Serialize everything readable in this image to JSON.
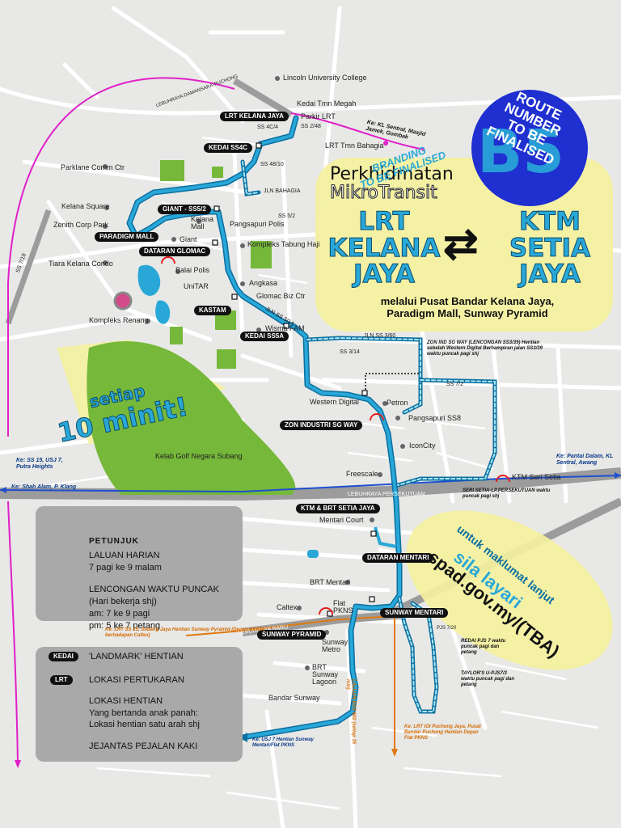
{
  "header": {
    "title_line1": "Perkhidmatan",
    "title_line2": "MikroTransit",
    "stamp": [
      "BRANDING",
      "TO BE FINALISED"
    ],
    "origin": [
      "LRT",
      "KELANA",
      "JAYA"
    ],
    "destination": [
      "KTM",
      "SETIA",
      "JAYA"
    ],
    "arrows": "⇄",
    "via_line1": "melalui Pusat Bandar Kelana Jaya,",
    "via_line2": "Paradigm Mall, Sunway Pyramid"
  },
  "route_badge": {
    "code": "B5",
    "text": [
      "ROUTE",
      "NUMBER",
      "TO BE",
      "FINALISED"
    ]
  },
  "frequency": {
    "line1": "setiap",
    "line2": "10 minit!"
  },
  "info": {
    "line1": "untuk maklumat lanjut",
    "line2": "sila layari",
    "line3": "spad.gov.my/(TBA)"
  },
  "places": {
    "lincoln": "Lincoln University College",
    "kedai_tmn_megah": "Kedai Tmn Megah",
    "parkir_lrt": "Parkir LRT",
    "lrt_tmn_bahagia": "LRT Tmn Bahagia",
    "parklane": "Parklane Comm Ctr",
    "kelana_square": "Kelana Square",
    "zenith": "Zenith Corp Park",
    "kelana_mall": "Kelana Mall",
    "giant": "Giant",
    "pangsapuri_polis": "Pangsapuri Polis",
    "tiara": "Tiara Kelana Condo",
    "balai_polis": "Balai Polis",
    "kompleks_tabung": "Kompleks Tabung Haji",
    "unitar": "UniTAR",
    "angkasa": "Angkasa",
    "glomac_biz": "Glomac Biz Ctr",
    "kompleks_renang": "Kompleks Renang",
    "wisma_fam": "Wisma FAM",
    "western_digital": "Western Digital",
    "petron": "Petron",
    "pangsapuri_ss8": "Pangsapuri SS8",
    "iconcity": "IconCity",
    "kelab_golf": "Kelab Golf Negara Subang",
    "freescale": "Freescale",
    "ktm_seri_setia": "KTM Seri Setia",
    "mentari_court": "Mentari Court",
    "brt_mentari": "BRT Mentari",
    "caltex": "Caltex",
    "flat_pkns": "Flat PKNS",
    "sunway_metro": "Sunway Metro",
    "brt_sunway_lagoon": "BRT Sunway Lagoon",
    "bandar_sunway": "Bandar Sunway"
  },
  "roads": {
    "ss4c4": "SS 4C/4",
    "ss2_48": "SS 2/48",
    "ss48_10": "SS 48/10",
    "jln_bahagia": "JLN BAHAGIA",
    "ss5_2": "SS 5/2",
    "ss7_19": "SS 7/19",
    "jln_ss5_14": "JLN SS 5/14",
    "jln_ss3_60": "JLN SS 3/60",
    "ss3_14": "SS 3/14",
    "ss7_2": "SS 7/2",
    "lebuhraya_persekutuan": "LEBUHRAYA PERSEKUTUAN",
    "lebuhraya_baru": "LEBUHRAYA BARU",
    "pjs7_20": "PJS 7/20",
    "lebuhraya_damansara": "LEBUHRAYA DAMANSARA-PUCHONG"
  },
  "stops": {
    "lrt_kelana_jaya": "LRT KELANA JAYA",
    "kedai_ss4c": "KEDAI SS4C",
    "giant_ss52": "GIANT - SS5/2",
    "paradigm_mall": "PARADIGM MALL",
    "dataran_glomac": "DATARAN GLOMAC",
    "kastam": "KASTAM",
    "kedai_ss5a": "KEDAI SS5A",
    "zon_industri": "ZON INDUSTRI SG WAY",
    "ktm_brt_setia": "KTM & BRT SETIA JAYA",
    "dataran_mentari": "DATARAN MENTARI",
    "sunway_mentari": "SUNWAY MENTARI",
    "sunway_pyramid": "SUNWAY PYRAMID"
  },
  "notes": {
    "kl_sentral": "Ke: KL Sentral, Masjid Jamek, Gombak",
    "ss15": "Ke: SS 15, USJ 7, Putra Heights",
    "shah_alam": "Ke: Shah Alam, P. Klang",
    "pantai_dalam": "Ke: Pantai Dalam, KL Sentral, Awang",
    "zon_ind": "ZON IND SG WAY (LENCONGAN SS3/39) Hentian sebelah Western Digital Berhampiran jalan SS3/39 waktu puncak pagi shj",
    "seri_setia": "SERI SETIA-LP.PERSEKUTUAN waktu puncak pagi shj",
    "lrt_ss15": "Ke: LRT SS 15, Subang Jaya Hentian Sunway Pyramid (Depan KKKM, berhadapan Caltex)",
    "usj7": "Ke: USJ 7 Hentian Sunway Mentari/Flat PKNS",
    "redai": "REDAI PJS 7 waktu puncak pagi dan petang",
    "taylor": "TAYLOR'S U-PJS7/3 waktu puncak pagi dan petang",
    "puchong": "Ke: LRT IOI Puchong Jaya, Pusat Bandar Puchong Hentian Depan Flat PKNS",
    "laluan": "LALUAN BAS 602 (setiap 15 min)"
  },
  "legend": {
    "title": "PETUNJUK",
    "daily_1": "LALUAN HARIAN",
    "daily_2": "7 pagi ke 9 malam",
    "peak_1": "LENCONGAN WAKTU PUNCAK",
    "peak_2": "(Hari bekerja shj)",
    "peak_3": "am: 7 ke 9 pagi",
    "peak_4": "pm: 5 ke 7 petang",
    "landmark_tag": "KEDAI",
    "landmark": "'LANDMARK' HENTIAN",
    "transfer_tag": "LRT",
    "transfer": "LOKASI PERTUKARAN",
    "stop_loc": "LOKASI HENTIAN",
    "oneway_1": "Yang bertanda anak panah:",
    "oneway_2": "Lokasi hentian satu arah shj",
    "bridge": "JEJANTAS PEJALAN KAKI"
  },
  "colors": {
    "route": "#29a8d8",
    "route_dark": "#0b6fa0",
    "highlight": "#f4f1a0",
    "green": "#76b83a",
    "badge": "#1f2fd0",
    "magenta": "#e020c8",
    "orange": "#e07a10",
    "legend_bg": "#a9a9a9"
  },
  "icons": [
    "pedestrian-bridge-icon",
    "stop-square-icon",
    "one-way-arrow-icon",
    "transfer-dot-icon"
  ]
}
